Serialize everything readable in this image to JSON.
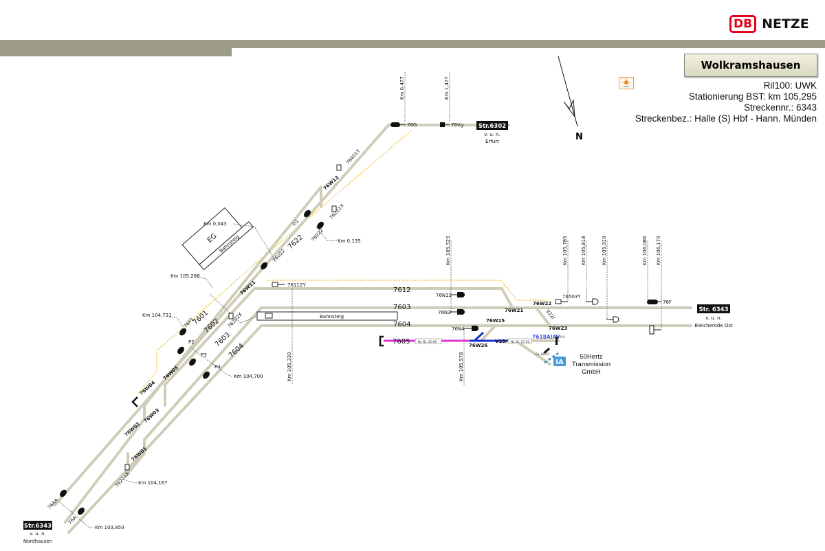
{
  "header": {
    "logo_db": "DB",
    "logo_text": "NETZE",
    "colors": {
      "brand": "#e3001b",
      "bar": "#9c9b86",
      "track": "#cfcdb8",
      "electrification": "#f1d468",
      "siding_pink": "#e033d8",
      "siding_blue": "#1a2fd0"
    }
  },
  "station": {
    "name": "Wolkramshausen",
    "ril100": "Ril100: UWK",
    "stationierung": "Stationierung BST: km 105,295",
    "streckennr": "Streckennr.: 6343",
    "streckenbez": "Streckenbez.: Halle (S) Hbf - Hann. Münden"
  },
  "compass": {
    "label": "N"
  },
  "icons": {
    "sun": "sun-icon",
    "north_arrow": "north-arrow-icon"
  },
  "lines": {
    "erfurt": {
      "code": "Str.6302",
      "via": "v. u. n.",
      "dest": "Erfurt"
    },
    "bleicherode": {
      "code": "Str. 6343",
      "via": "v. u. n.",
      "dest": "Bleicherode Ost"
    },
    "nordhausen": {
      "code": "Str.6343",
      "via": "v. u. n.",
      "dest": "Nordhausen"
    }
  },
  "tracks": [
    "7601",
    "7602",
    "7603",
    "7604",
    "7605",
    "7612",
    "7622"
  ],
  "switches": [
    "76W01",
    "76W02",
    "76W03",
    "76W04",
    "76W05",
    "76W11",
    "76W12",
    "76W21",
    "76W22",
    "76W23",
    "76W25",
    "76W26",
    "V22/",
    "V15/"
  ],
  "signals": [
    "76G",
    "76Vg",
    "76401Y",
    "76222X",
    "O1",
    "76022",
    "76U22",
    "76112Y",
    "76P1",
    "76202X",
    "P2",
    "P3",
    "P4",
    "76N12",
    "76N3",
    "76N4",
    "76503Y",
    "76F",
    "76AA",
    "76A",
    "76204X"
  ],
  "km_markers": {
    "k0477": "Km 0,477",
    "k1477": "Km 1,477",
    "k0043": "Km 0,043",
    "k0135": "Km 0,135",
    "k105268": "Km 105,268",
    "k104731": "Km 104,731",
    "k104700": "Km 104,700",
    "k105330": "Km 105,330",
    "k105523": "Km 105,523",
    "k105578": "Km 105,578",
    "k105785": "Km 105,785",
    "k105818": "Km 105,818",
    "k105910": "Km 105,910",
    "k106086": "Km 106,086",
    "k106170": "Km 106,170",
    "k104167": "Km 104,167",
    "k103850": "Km 103,850"
  },
  "buildings": {
    "eg": "EG",
    "platform": "Bahnsteig"
  },
  "siding": {
    "nl1": "NL BL 45.66",
    "nl2": "NL BL 27.00",
    "anschluss": "7618AIAV",
    "gs_a": "Gs A II",
    "gs_veag": "Gs „VEAG\"",
    "ia_badge": "IA",
    "company_1": "50Hertz",
    "company_2": "Transmission",
    "company_3": "GmbH"
  }
}
